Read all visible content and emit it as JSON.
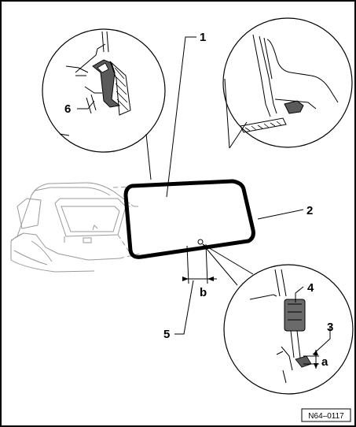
{
  "labels": {
    "windshield": "1",
    "sealing_strip": "2",
    "detail_3": "3",
    "spacer": "4",
    "dimension_b_callout": "5",
    "retainer": "6",
    "dimension_a": "a",
    "dimension_b": "b"
  },
  "reference_code": "N64–0117"
}
